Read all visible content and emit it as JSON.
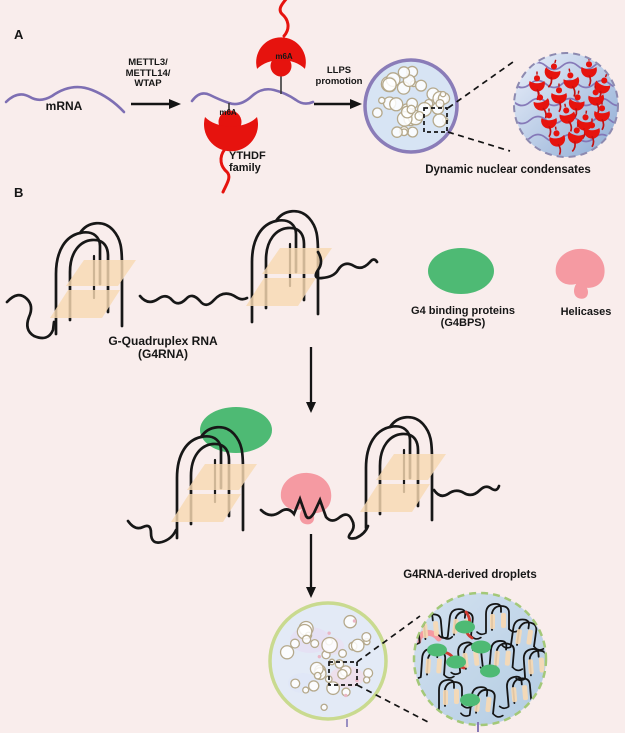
{
  "figure": {
    "background_color": "#f9edec",
    "panel_a": {
      "label": "A",
      "mrna_label": "mRNA",
      "writer_complex_lines": [
        "METTL3/",
        "METTL14/",
        "WTAP"
      ],
      "m6a_top_label": "m6A",
      "m6a_bottom_label": "m6A",
      "reader_label_lines": [
        "YTHDF",
        "family"
      ],
      "llps_lines": [
        "LLPS",
        "promotion"
      ],
      "condensate_caption": "Dynamic nuclear condensates"
    },
    "panel_b": {
      "label": "B",
      "g4rna_caption_lines": [
        "G-Quadruplex RNA",
        "(G4RNA)"
      ],
      "legend_g4bp_lines": [
        "G4 binding proteins",
        "(G4BPS)"
      ],
      "legend_helicase_label": "Helicases",
      "droplets_caption": "G4RNA-derived droplets"
    },
    "colors": {
      "bg": "#f9edec",
      "mrna_purple": "#7e6fb3",
      "protein_red": "#e6130e",
      "g4_plane_orange": "#f8d9b2",
      "g4bp_green": "#4eba74",
      "helicase_pink": "#f59aa2",
      "condensate_border_purple": "#8a7cb8",
      "condensate_fill_blue": "#d7e4f4",
      "bubble_outline_tan": "#b5a98c",
      "droplet_border_green": "#c9da8f",
      "zoom_border_green": "#a3c878",
      "strand_black": "#1a1a1a"
    }
  }
}
